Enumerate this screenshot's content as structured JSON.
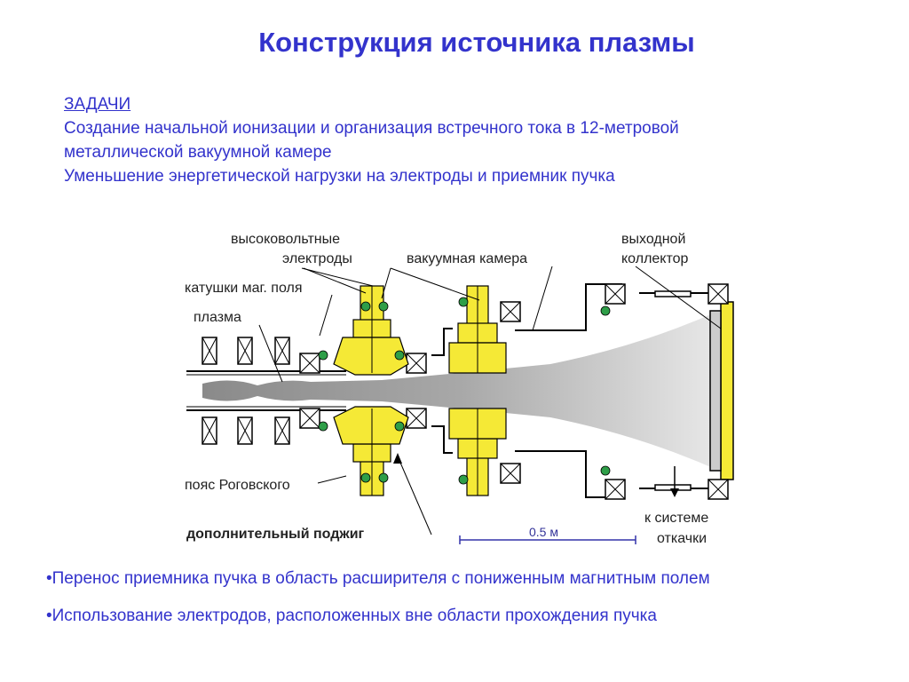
{
  "slide": {
    "title": "Конструкция источника плазмы"
  },
  "tasks": {
    "heading": "ЗАДАЧИ",
    "lines": [
      "Создание начальной ионизации и организация встречного тока в 12-метровой",
      "металлической вакуумной камере",
      "Уменьшение энергетической нагрузки на электроды и приемник пучка"
    ]
  },
  "diagram": {
    "labels": {
      "hv_electrodes_line1": "высоковольтные",
      "hv_electrodes_line2": "электроды",
      "vacuum_chamber": "вакуумная камера",
      "output_collector_line1": "выходной",
      "output_collector_line2": "коллектор",
      "mag_coils": "катушки маг. поля",
      "plasma": "плазма",
      "rogowski_belt": "пояс Роговского",
      "additional_ignition": "дополнительный поджиг",
      "pump_line1": "к системе",
      "pump_line2": "откачки",
      "scale": "0.5 м"
    },
    "colors": {
      "electrode_yellow": "#f5e936",
      "plasma_gray": "#8c8c8c",
      "ring_green": "#2e9e48",
      "scale_blue": "#3333aa"
    }
  },
  "bullets": [
    "•Перенос приемника пучка в область расширителя с пониженным магнитным полем",
    "•Использование электродов, расположенных вне области прохождения пучка"
  ]
}
